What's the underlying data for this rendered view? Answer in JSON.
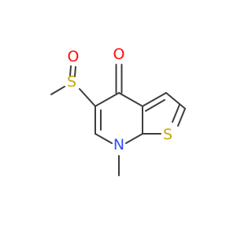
{
  "molecule": {
    "atoms": {
      "ketone_oxygen": "O",
      "sulfinyl_oxygen": "O",
      "sulfinyl_sulfur": "S",
      "thiophene_sulfur": "S",
      "ring_nitrogen": "N"
    }
  },
  "colors": {
    "background": "#ffffff",
    "bond": "#3d3d3d",
    "oxygen": "#ff0d0d",
    "sulfur": "#c8a800",
    "nitrogen": "#3050f8"
  }
}
